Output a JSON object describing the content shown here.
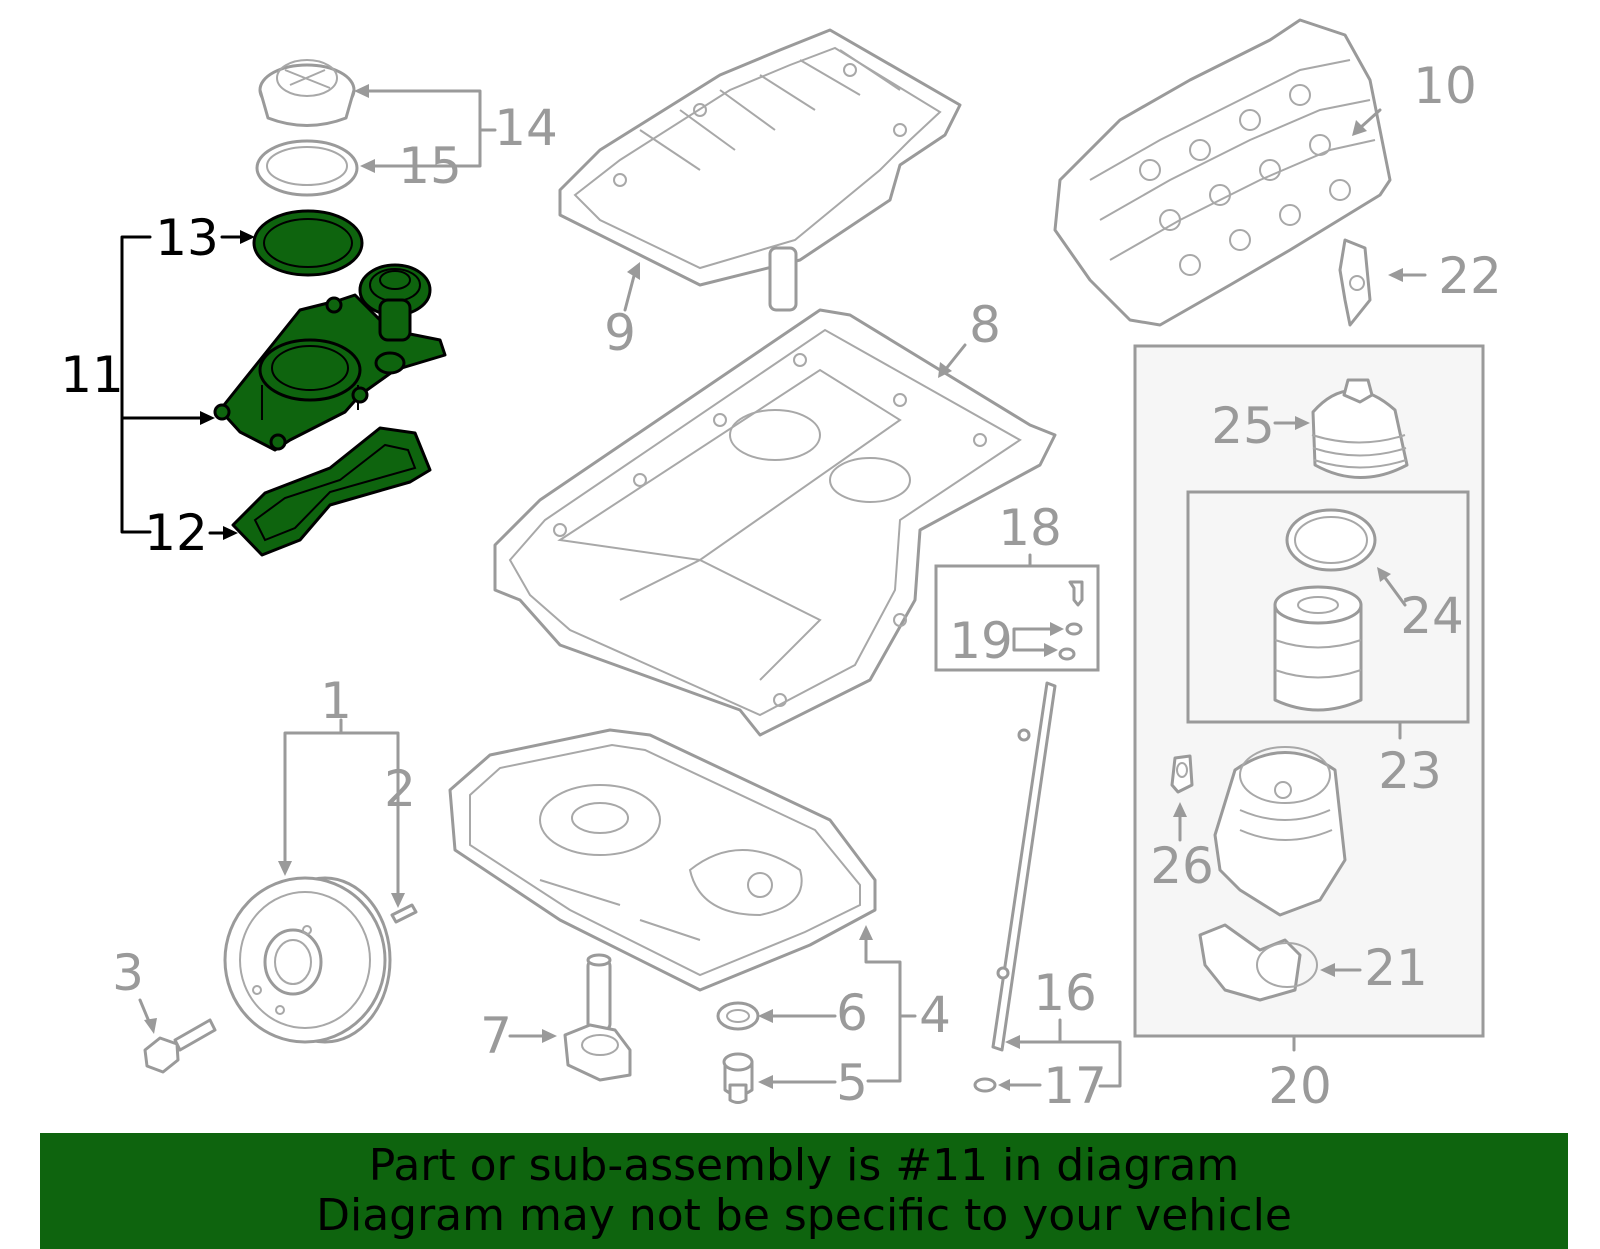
{
  "callouts": {
    "c1": "1",
    "c2": "2",
    "c3": "3",
    "c4": "4",
    "c5": "5",
    "c6": "6",
    "c7": "7",
    "c8": "8",
    "c9": "9",
    "c10": "10",
    "c11": "11",
    "c12": "12",
    "c13": "13",
    "c14": "14",
    "c15": "15",
    "c16": "16",
    "c17": "17",
    "c18": "18",
    "c19": "19",
    "c20": "20",
    "c21": "21",
    "c22": "22",
    "c23": "23",
    "c24": "24",
    "c25": "25",
    "c26": "26"
  },
  "highlight": {
    "part_number": "11",
    "color": "#0e640e"
  },
  "banner": {
    "line1": "Part or sub-assembly is #11 in diagram",
    "line2": "Diagram may not be specific to your vehicle"
  }
}
